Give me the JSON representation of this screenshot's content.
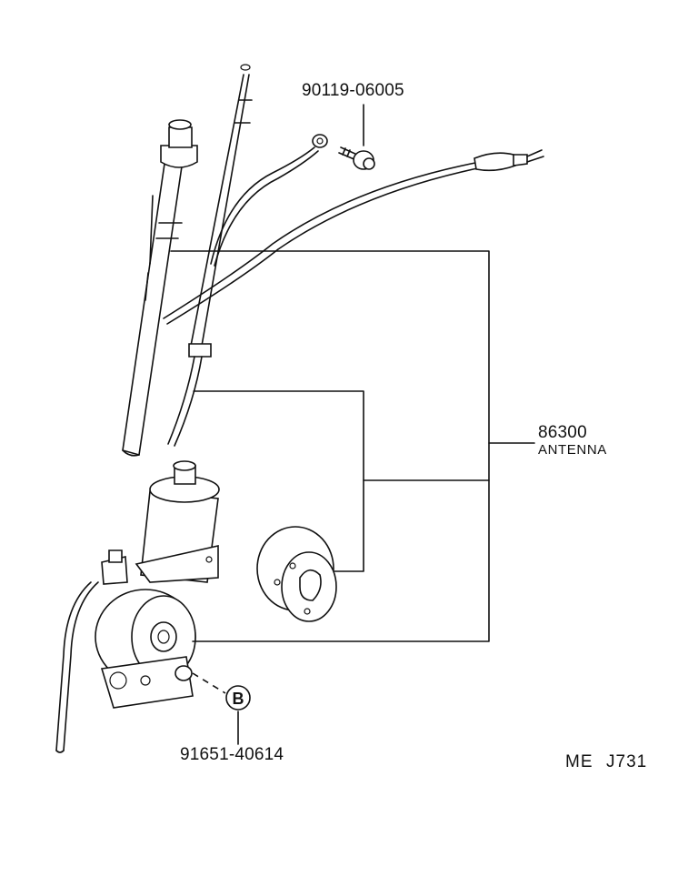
{
  "parts": {
    "bolt": {
      "number": "90119-06005"
    },
    "antenna": {
      "number": "86300",
      "name": "ANTENNA"
    },
    "bracket": {
      "number": "91651-40614"
    }
  },
  "callout_marker": "B",
  "diagram_code": {
    "prefix": "ME",
    "id": "J731"
  }
}
